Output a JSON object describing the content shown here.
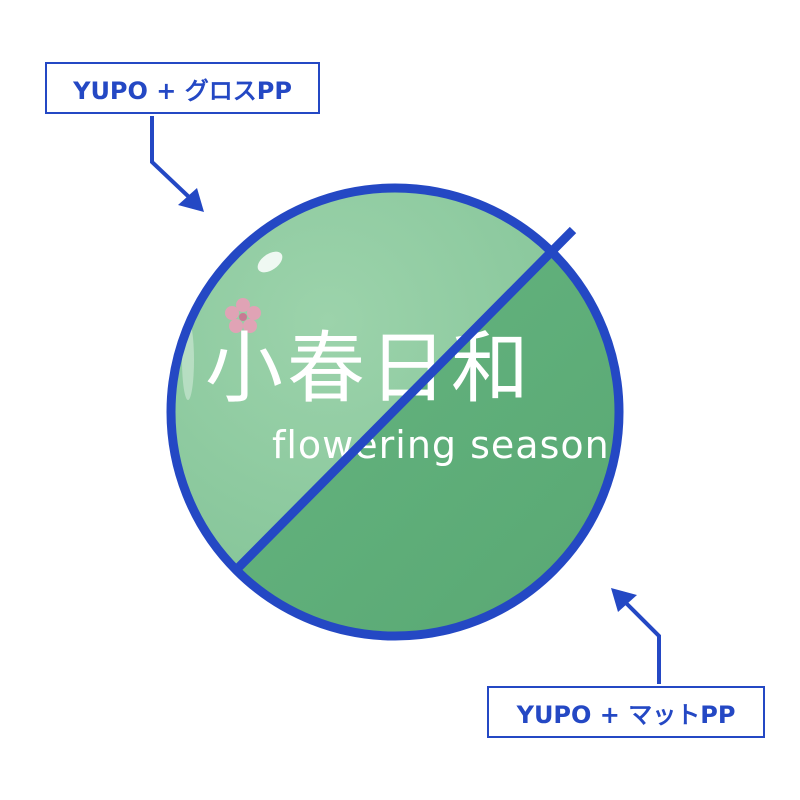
{
  "labels": {
    "gloss": "YUPO + グロスPP",
    "matte": "YUPO + マットPP"
  },
  "badge": {
    "title_jp": "小春日和",
    "subtitle_en": "flowering season"
  },
  "colors": {
    "accent_blue": "#2448c4",
    "gloss_green": "#85c79a",
    "matte_green": "#5fae7a",
    "text_white": "#ffffff",
    "flower_pink": "#e0a3b5"
  }
}
